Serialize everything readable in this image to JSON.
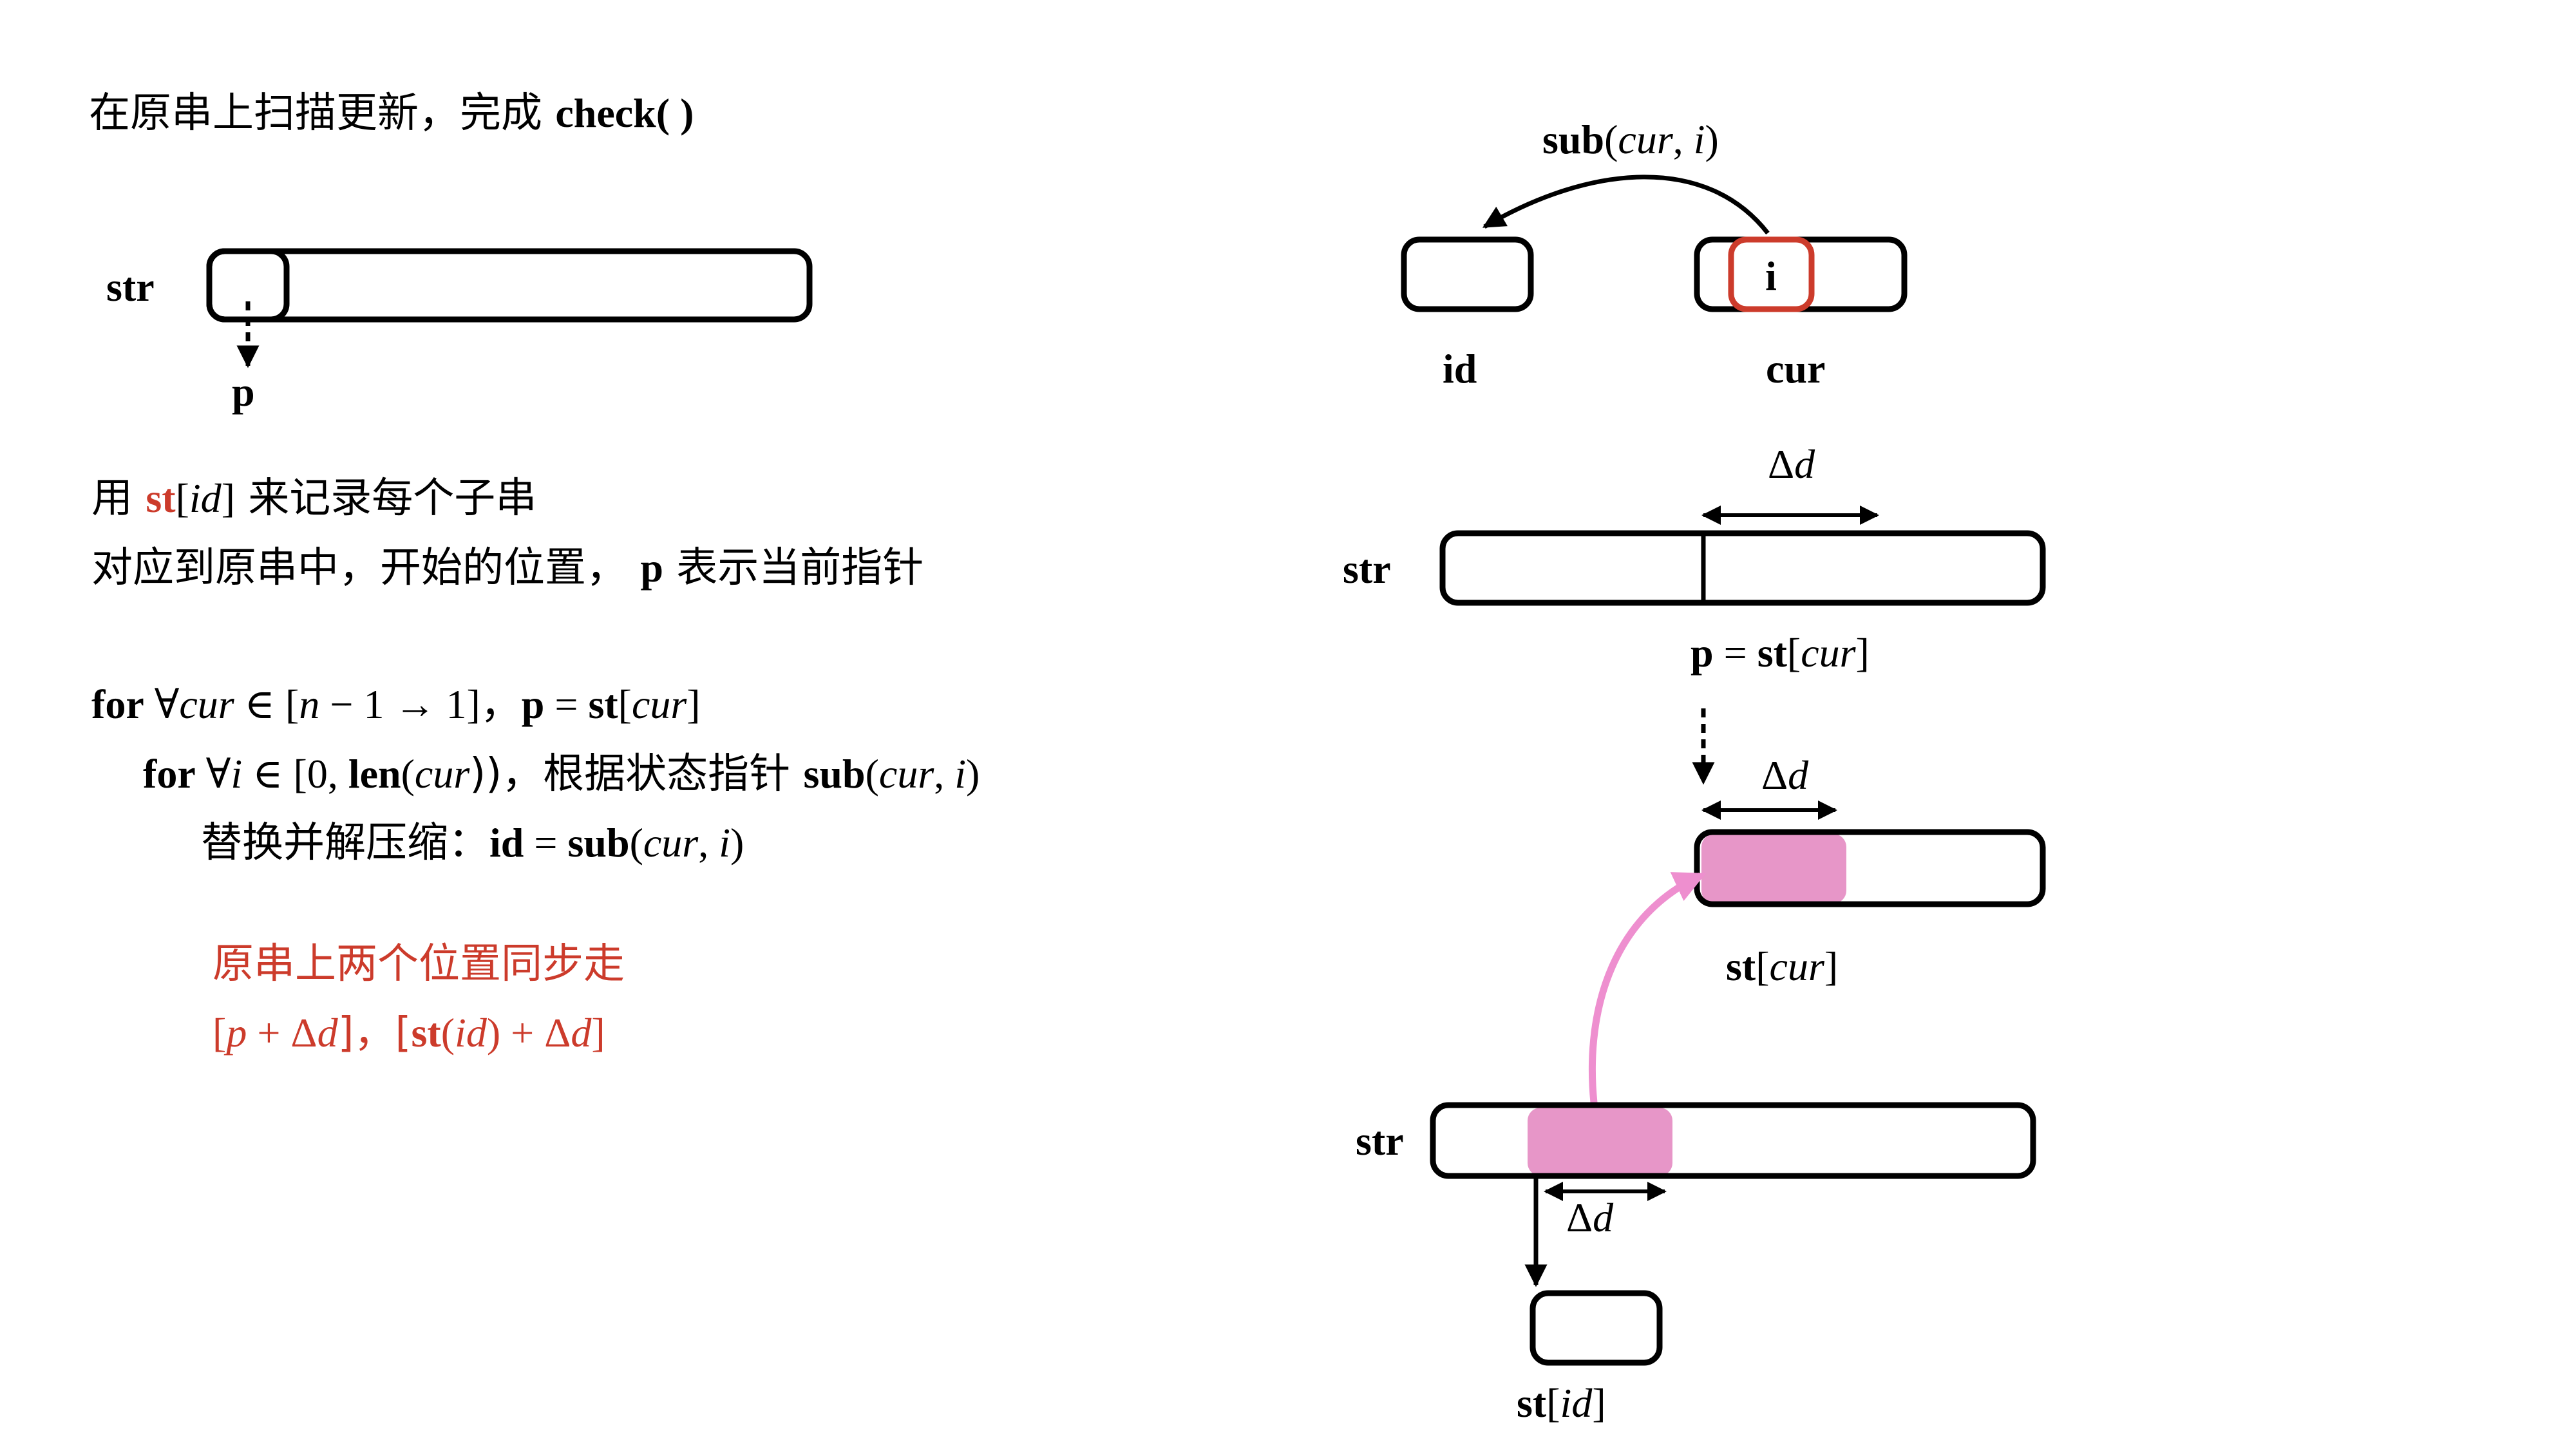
{
  "heading": {
    "prefix": "在原串上扫描更新，完成 ",
    "code": "check( )"
  },
  "left_diagram": {
    "str_label": "str",
    "pointer_label": "p"
  },
  "desc": {
    "line1": {
      "pre": "用 ",
      "st": "st",
      "lb": "[",
      "id": "id",
      "rb": "]",
      "post": " 来记录每个子串"
    },
    "line2": {
      "pre": "对应到原串中，开始的位置， ",
      "p": "p",
      "post": " 表示当前指针"
    }
  },
  "algo": {
    "line1": {
      "for": "for",
      "forall": " ∀",
      "cur": "cur",
      "in": " ∈ [",
      "n": "n",
      "range": " − 1 → 1]，",
      "p": "p",
      "eq": " = ",
      "st": "st",
      "lb": "[",
      "cur2": "cur",
      "rb": "]"
    },
    "line2": {
      "for": "for",
      "forall": " ∀",
      "i": "i",
      "in": " ∈ [0, ",
      "len": "len",
      "lp": "(",
      "cur": "cur",
      "rp": "))，根据状态指针 ",
      "sub": "sub",
      "lp2": "(",
      "cur2": "cur",
      "comma": ", ",
      "i2": "i",
      "rp2": ")"
    },
    "line3": {
      "pre": "替换并解压缩：",
      "id": "id",
      "eq": " = ",
      "sub": "sub",
      "lp": "(",
      "cur": "cur",
      "comma": ", ",
      "i": "i",
      "rp": ")"
    }
  },
  "sync": {
    "line1": "原串上两个位置同步走",
    "line2": {
      "lb": "[",
      "p": "p",
      "plus": " + Δ",
      "d": "d",
      "mid": "]，[",
      "st": "st",
      "lp": "(",
      "id": "id",
      "rp": ")",
      "plus2": " + Δ",
      "d2": "d",
      "rb": "]"
    }
  },
  "right_top": {
    "arrow_label": {
      "sub": "sub",
      "lp": "(",
      "cur": "cur",
      "comma": ", ",
      "i": "i",
      "rp": ")"
    },
    "id_label": "id",
    "cur_label": "cur",
    "cell_label": "i"
  },
  "right_mid": {
    "delta_label": {
      "delta": "Δ",
      "d": "d"
    },
    "str_label": "str",
    "pointer_label": {
      "p": "p",
      "eq": " = ",
      "st": "st",
      "lb": "[",
      "cur": "cur",
      "rb": "]"
    }
  },
  "right_stcur": {
    "delta_label": {
      "delta": "Δ",
      "d": "d"
    },
    "label": {
      "st": "st",
      "lb": "[",
      "cur": "cur",
      "rb": "]"
    }
  },
  "right_bottom": {
    "str_label": "str",
    "delta_label": {
      "delta": "Δ",
      "d": "d"
    },
    "stid_label": {
      "st": "st",
      "lb": "[",
      "id": "id",
      "rb": "]"
    }
  },
  "colors": {
    "accent_red": "#cc3b2b",
    "highlight_pink": "#e796c8",
    "arrow_pink": "#ee8fcf",
    "stroke": "#000000"
  }
}
